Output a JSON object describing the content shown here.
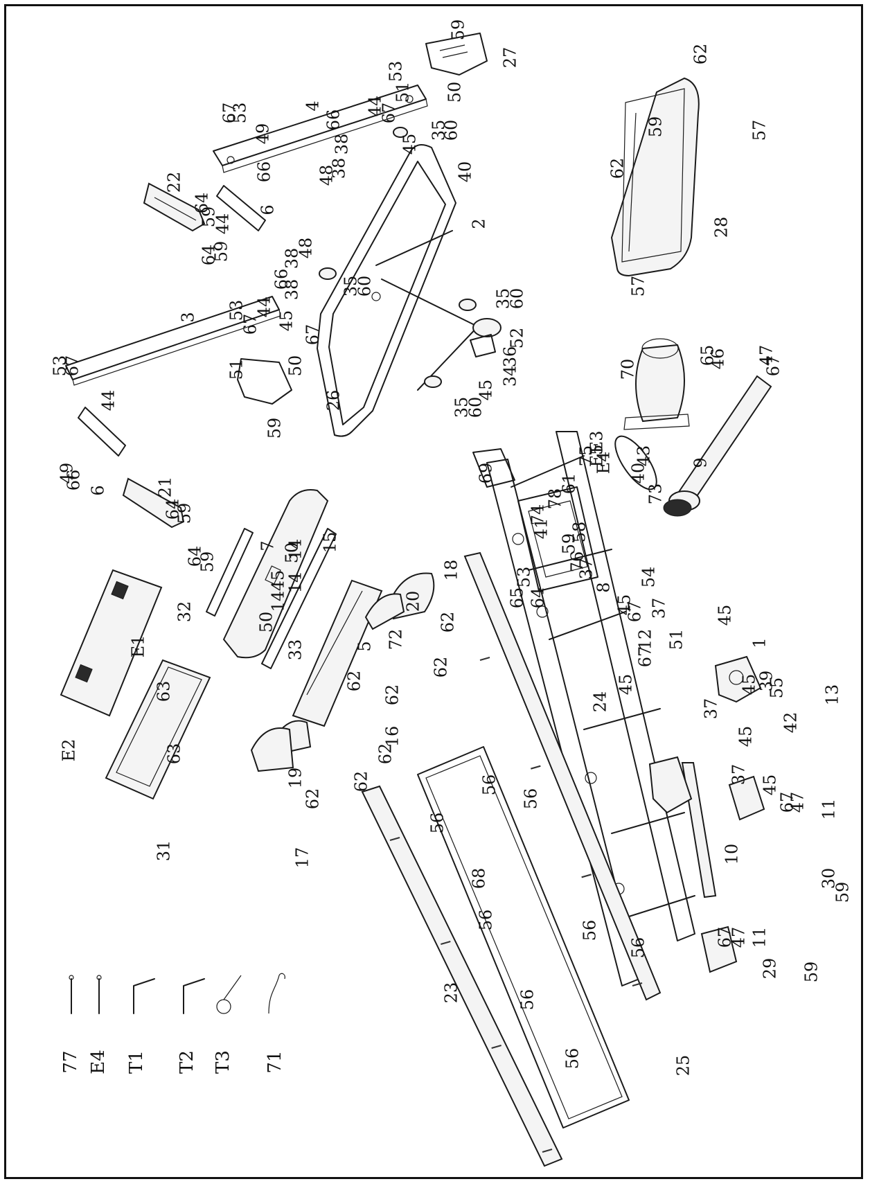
{
  "labels": [
    {
      "key": "59a",
      "text": "59"
    },
    {
      "key": "27",
      "text": "27"
    },
    {
      "key": "53a",
      "text": "53"
    },
    {
      "key": "51a",
      "text": "51"
    },
    {
      "key": "50a",
      "text": "50"
    },
    {
      "key": "4",
      "text": "4"
    },
    {
      "key": "44a",
      "text": "44"
    },
    {
      "key": "67a",
      "text": "67"
    },
    {
      "key": "66a",
      "text": "66"
    },
    {
      "key": "35a",
      "text": "35"
    },
    {
      "key": "60a",
      "text": "60"
    },
    {
      "key": "45a",
      "text": "45"
    },
    {
      "key": "38a",
      "text": "38"
    },
    {
      "key": "38b",
      "text": "38"
    },
    {
      "key": "48a",
      "text": "48"
    },
    {
      "key": "40a",
      "text": "40"
    },
    {
      "key": "67b",
      "text": "67"
    },
    {
      "key": "53b",
      "text": "53"
    },
    {
      "key": "49a",
      "text": "49"
    },
    {
      "key": "66b",
      "text": "66"
    },
    {
      "key": "22",
      "text": "22"
    },
    {
      "key": "64a",
      "text": "64"
    },
    {
      "key": "59b",
      "text": "59"
    },
    {
      "key": "44b",
      "text": "44"
    },
    {
      "key": "64b",
      "text": "64"
    },
    {
      "key": "59c",
      "text": "59"
    },
    {
      "key": "6a",
      "text": "6"
    },
    {
      "key": "2",
      "text": "2"
    },
    {
      "key": "38c",
      "text": "38"
    },
    {
      "key": "48b",
      "text": "48"
    },
    {
      "key": "66c",
      "text": "66"
    },
    {
      "key": "38d",
      "text": "38"
    },
    {
      "key": "35b",
      "text": "35"
    },
    {
      "key": "60b",
      "text": "60"
    },
    {
      "key": "53c",
      "text": "53"
    },
    {
      "key": "44c",
      "text": "44"
    },
    {
      "key": "67c",
      "text": "67"
    },
    {
      "key": "45b",
      "text": "45"
    },
    {
      "key": "67d",
      "text": "67"
    },
    {
      "key": "3",
      "text": "3"
    },
    {
      "key": "51b",
      "text": "51"
    },
    {
      "key": "50b",
      "text": "50"
    },
    {
      "key": "35c",
      "text": "35"
    },
    {
      "key": "60c",
      "text": "60"
    },
    {
      "key": "52",
      "text": "52"
    },
    {
      "key": "36",
      "text": "36"
    },
    {
      "key": "34",
      "text": "34"
    },
    {
      "key": "45c",
      "text": "45"
    },
    {
      "key": "35d",
      "text": "35"
    },
    {
      "key": "60d",
      "text": "60"
    },
    {
      "key": "26",
      "text": "26"
    },
    {
      "key": "59d",
      "text": "59"
    },
    {
      "key": "53d",
      "text": "53"
    },
    {
      "key": "67e",
      "text": "67"
    },
    {
      "key": "44d",
      "text": "44"
    },
    {
      "key": "49b",
      "text": "49"
    },
    {
      "key": "66d",
      "text": "66"
    },
    {
      "key": "6b",
      "text": "6"
    },
    {
      "key": "21",
      "text": "21"
    },
    {
      "key": "64c",
      "text": "64"
    },
    {
      "key": "59e",
      "text": "59"
    },
    {
      "key": "64d",
      "text": "64"
    },
    {
      "key": "59f",
      "text": "59"
    },
    {
      "key": "62a",
      "text": "62"
    },
    {
      "key": "59g",
      "text": "59"
    },
    {
      "key": "57a",
      "text": "57"
    },
    {
      "key": "62b",
      "text": "62"
    },
    {
      "key": "28",
      "text": "28"
    },
    {
      "key": "57b",
      "text": "57"
    },
    {
      "key": "70",
      "text": "70"
    },
    {
      "key": "65a",
      "text": "65"
    },
    {
      "key": "46",
      "text": "46"
    },
    {
      "key": "47a",
      "text": "47"
    },
    {
      "key": "67f",
      "text": "67"
    },
    {
      "key": "43",
      "text": "43"
    },
    {
      "key": "9",
      "text": "9"
    },
    {
      "key": "69",
      "text": "69"
    },
    {
      "key": "75",
      "text": "75"
    },
    {
      "key": "E3",
      "text": "E3"
    },
    {
      "key": "E5",
      "text": "E5"
    },
    {
      "key": "E4a",
      "text": "E4"
    },
    {
      "key": "40b",
      "text": "40"
    },
    {
      "key": "73",
      "text": "73"
    },
    {
      "key": "61",
      "text": "61"
    },
    {
      "key": "78",
      "text": "78"
    },
    {
      "key": "74",
      "text": "74"
    },
    {
      "key": "41",
      "text": "41"
    },
    {
      "key": "58",
      "text": "58"
    },
    {
      "key": "59h",
      "text": "59"
    },
    {
      "key": "76",
      "text": "76"
    },
    {
      "key": "37a",
      "text": "37"
    },
    {
      "key": "53e",
      "text": "53"
    },
    {
      "key": "65b",
      "text": "65"
    },
    {
      "key": "64e",
      "text": "64"
    },
    {
      "key": "8",
      "text": "8"
    },
    {
      "key": "54",
      "text": "54"
    },
    {
      "key": "45d",
      "text": "45"
    },
    {
      "key": "67g",
      "text": "67"
    },
    {
      "key": "37b",
      "text": "37"
    },
    {
      "key": "12",
      "text": "12"
    },
    {
      "key": "45e",
      "text": "45"
    },
    {
      "key": "51c",
      "text": "51"
    },
    {
      "key": "67h",
      "text": "67"
    },
    {
      "key": "45f",
      "text": "45"
    },
    {
      "key": "1",
      "text": "1"
    },
    {
      "key": "37c",
      "text": "37"
    },
    {
      "key": "45g",
      "text": "45"
    },
    {
      "key": "39",
      "text": "39"
    },
    {
      "key": "55",
      "text": "55"
    },
    {
      "key": "13",
      "text": "13"
    },
    {
      "key": "42",
      "text": "42"
    },
    {
      "key": "45h",
      "text": "45"
    },
    {
      "key": "37d",
      "text": "37"
    },
    {
      "key": "45i",
      "text": "45"
    },
    {
      "key": "67i",
      "text": "67"
    },
    {
      "key": "47b",
      "text": "47"
    },
    {
      "key": "11a",
      "text": "11"
    },
    {
      "key": "10",
      "text": "10"
    },
    {
      "key": "30",
      "text": "30"
    },
    {
      "key": "59i",
      "text": "59"
    },
    {
      "key": "67j",
      "text": "67"
    },
    {
      "key": "47c",
      "text": "47"
    },
    {
      "key": "11b",
      "text": "11"
    },
    {
      "key": "29",
      "text": "29"
    },
    {
      "key": "59j",
      "text": "59"
    },
    {
      "key": "24",
      "text": "24"
    },
    {
      "key": "56a",
      "text": "56"
    },
    {
      "key": "56b",
      "text": "56"
    },
    {
      "key": "56c",
      "text": "56"
    },
    {
      "key": "56d",
      "text": "56"
    },
    {
      "key": "56e",
      "text": "56"
    },
    {
      "key": "56f",
      "text": "56"
    },
    {
      "key": "56g",
      "text": "56"
    },
    {
      "key": "56h",
      "text": "56"
    },
    {
      "key": "68",
      "text": "68"
    },
    {
      "key": "23",
      "text": "23"
    },
    {
      "key": "25",
      "text": "25"
    },
    {
      "key": "7",
      "text": "7"
    },
    {
      "key": "50c",
      "text": "50"
    },
    {
      "key": "14a",
      "text": "14"
    },
    {
      "key": "45j",
      "text": "45"
    },
    {
      "key": "14b",
      "text": "14"
    },
    {
      "key": "14c",
      "text": "14"
    },
    {
      "key": "50d",
      "text": "50"
    },
    {
      "key": "15",
      "text": "15"
    },
    {
      "key": "33",
      "text": "33"
    },
    {
      "key": "5",
      "text": "5"
    },
    {
      "key": "62c",
      "text": "62"
    },
    {
      "key": "72",
      "text": "72"
    },
    {
      "key": "20",
      "text": "20"
    },
    {
      "key": "18",
      "text": "18"
    },
    {
      "key": "62d",
      "text": "62"
    },
    {
      "key": "62e",
      "text": "62"
    },
    {
      "key": "62f",
      "text": "62"
    },
    {
      "key": "16",
      "text": "16"
    },
    {
      "key": "62g",
      "text": "62"
    },
    {
      "key": "62h",
      "text": "62"
    },
    {
      "key": "19",
      "text": "19"
    },
    {
      "key": "62i",
      "text": "62"
    },
    {
      "key": "17",
      "text": "17"
    },
    {
      "key": "32",
      "text": "32"
    },
    {
      "key": "E1",
      "text": "E1"
    },
    {
      "key": "63a",
      "text": "63"
    },
    {
      "key": "E2",
      "text": "E2"
    },
    {
      "key": "63b",
      "text": "63"
    },
    {
      "key": "31",
      "text": "31"
    }
  ],
  "legend": [
    {
      "key": "77",
      "text": "77"
    },
    {
      "key": "E4b",
      "text": "E4"
    },
    {
      "key": "T1",
      "text": "T1"
    },
    {
      "key": "T2",
      "text": "T2"
    },
    {
      "key": "T3",
      "text": "T3"
    },
    {
      "key": "71",
      "text": "71"
    }
  ]
}
